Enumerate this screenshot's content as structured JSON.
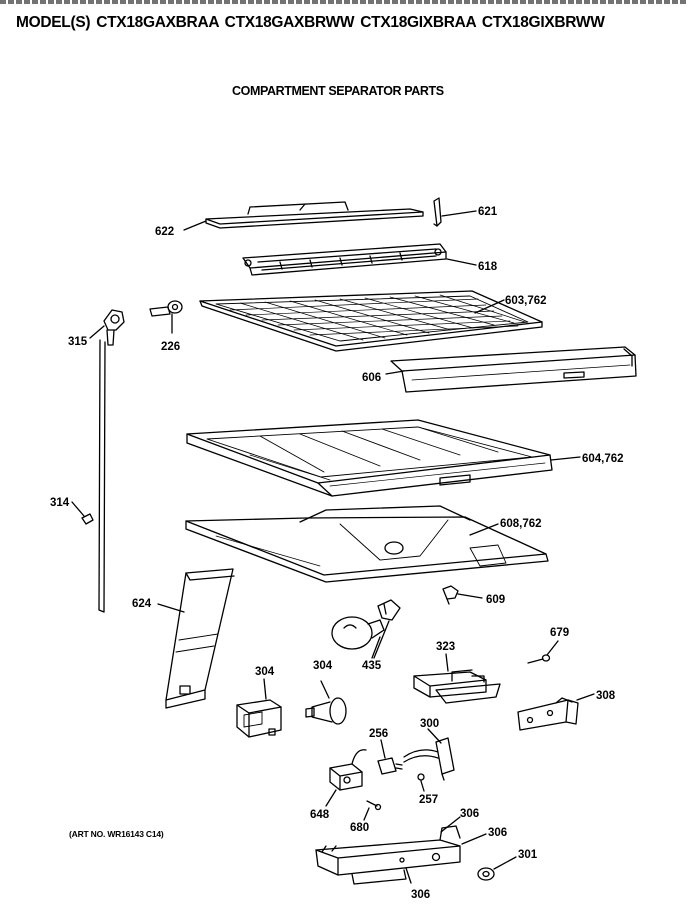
{
  "header": {
    "title": "MODEL(S) CTX18GAXBRAA  CTX18GAXBRWW  CTX18GIXBRAA  CTX18GIXBRWW",
    "subtitle": "COMPARTMENT SEPARATOR PARTS"
  },
  "footer": {
    "art_no": "(ART NO. WR16143 C14)"
  },
  "callouts": {
    "c622": "622",
    "c621": "621",
    "c618": "618",
    "c603": "603,762",
    "c315": "315",
    "c226": "226",
    "c606": "606",
    "c604": "604,762",
    "c314": "314",
    "c608": "608,762",
    "c624": "624",
    "c609": "609",
    "c679": "679",
    "c323": "323",
    "c435": "435",
    "c304a": "304",
    "c304b": "304",
    "c308": "308",
    "c256": "256",
    "c300": "300",
    "c257": "257",
    "c648": "648",
    "c680": "680",
    "c306a": "306",
    "c306b": "306",
    "c301": "301",
    "c306c": "306"
  }
}
